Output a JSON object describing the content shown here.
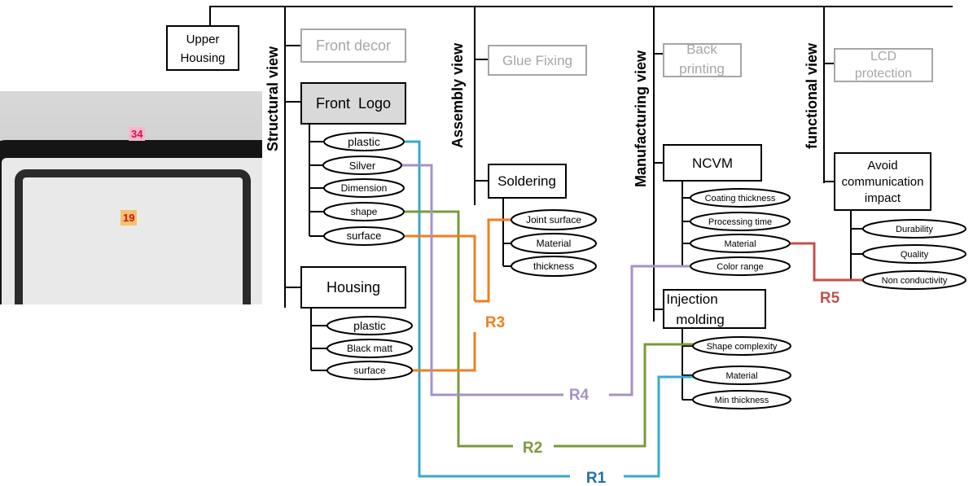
{
  "root": {
    "line1": "Upper",
    "line2": "Housing"
  },
  "views": {
    "structural": "Structural view",
    "assembly": "Assembly view",
    "manufacturing": "Manufacturing view",
    "functional": "functional view"
  },
  "grey_nodes": {
    "front_decor": "Front decor",
    "glue_fixing": "Glue Fixing",
    "back_printing": [
      "Back",
      "printing"
    ],
    "lcd_protection": [
      "LCD",
      "protection"
    ]
  },
  "front_logo": {
    "title": "Front  Logo",
    "attributes": [
      "plastic",
      "Silver",
      "Dimension",
      "shape",
      "surface"
    ]
  },
  "housing": {
    "title": "Housing",
    "attributes": [
      "plastic",
      "Black matt",
      "surface"
    ]
  },
  "soldering": {
    "title": "Soldering",
    "attributes": [
      "Joint surface",
      "Material",
      "thickness"
    ]
  },
  "ncvm": {
    "title": "NCVM",
    "attributes": [
      "Coating thickness",
      "Processing time",
      "Material",
      "Color range"
    ]
  },
  "injection": {
    "title": [
      "Injection",
      "molding"
    ],
    "attributes": [
      "Shape complexity",
      "Material",
      "Min thickness"
    ]
  },
  "avoid": {
    "title": [
      "Avoid",
      "communication",
      "impact"
    ],
    "attributes": [
      "Durability",
      "Quality",
      "Non conductivity"
    ]
  },
  "relations": [
    {
      "label": "R1",
      "color": "#3aa9c9"
    },
    {
      "label": "R2",
      "color": "#7a9a3a"
    },
    {
      "label": "R3",
      "color": "#f07f1f"
    },
    {
      "label": "R4",
      "color": "#a592c6"
    },
    {
      "label": "R5",
      "color": "#c0504d"
    }
  ],
  "photo": {
    "tag_top": "34",
    "tag_bottom": "19"
  }
}
